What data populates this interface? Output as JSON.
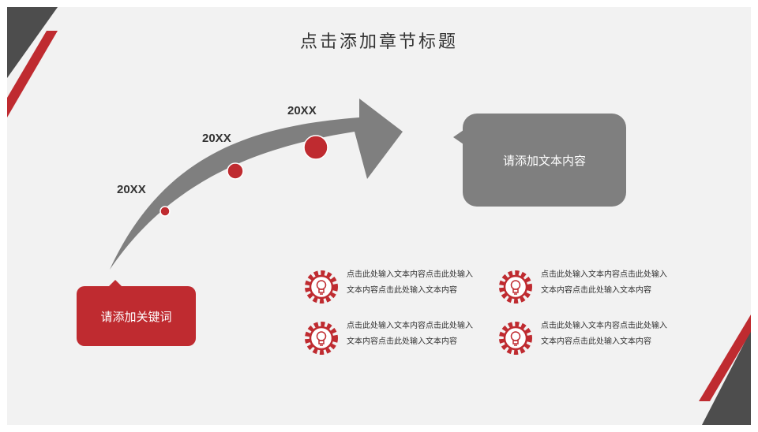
{
  "title": "点击添加章节标题",
  "timeline": {
    "years": [
      "20XX",
      "20XX",
      "20XX"
    ]
  },
  "keyword_box": {
    "label": "请添加关键词"
  },
  "content_box": {
    "label": "请添加文本内容"
  },
  "items": [
    {
      "icon": "lightbulb-gear-icon",
      "text": "点击此处输入文本内容点击此处输入文本内容点击此处输入文本内容"
    },
    {
      "icon": "lightbulb-gear-icon",
      "text": "点击此处输入文本内容点击此处输入文本内容点击此处输入文本内容"
    },
    {
      "icon": "lightbulb-gear-icon",
      "text": "点击此处输入文本内容点击此处输入文本内容点击此处输入文本内容"
    },
    {
      "icon": "lightbulb-gear-icon",
      "text": "点击此处输入文本内容点击此处输入文本内容点击此处输入文本内容"
    }
  ],
  "colors": {
    "accent": "#bf2b30",
    "gray": "#7f7f7f",
    "dark": "#4d4d4d",
    "background": "#f2f2f2"
  }
}
